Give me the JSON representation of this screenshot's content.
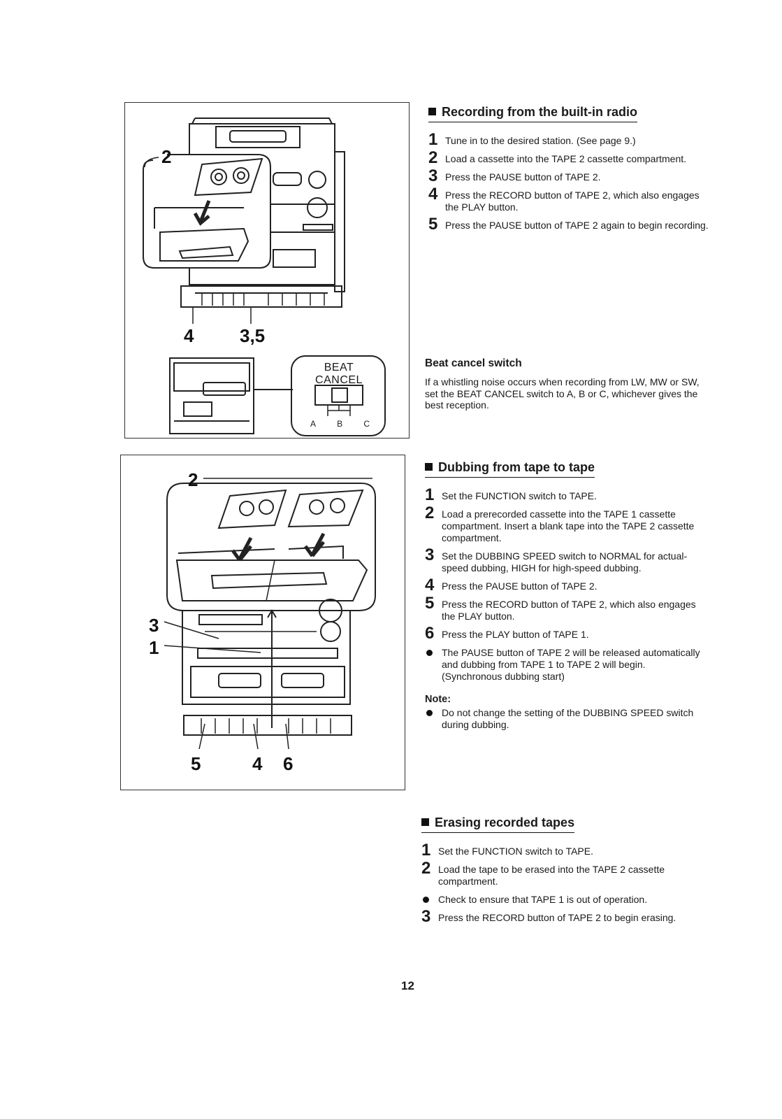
{
  "figure1": {
    "callout_2": "2",
    "callout_4": "4",
    "callout_35": "3,5",
    "beat_label_1": "BEAT",
    "beat_label_2": "CANCEL",
    "pos_a": "A",
    "pos_b": "B",
    "pos_c": "C"
  },
  "figure2": {
    "callout_2": "2",
    "callout_3": "3",
    "callout_1": "1",
    "callout_5": "5",
    "callout_4": "4",
    "callout_6": "6"
  },
  "recording": {
    "title": "Recording from the built-in radio",
    "steps": [
      {
        "num": "1",
        "text": "Tune in to the desired station. (See page 9.)"
      },
      {
        "num": "2",
        "text": "Load a cassette into the TAPE 2 cassette compartment."
      },
      {
        "num": "3",
        "text": "Press the PAUSE button of TAPE 2."
      },
      {
        "num": "4",
        "text": "Press the RECORD button of TAPE 2, which also engages the PLAY button."
      },
      {
        "num": "5",
        "text": "Press the PAUSE button of TAPE 2 again to begin recording."
      }
    ]
  },
  "beat_cancel": {
    "title": "Beat cancel switch",
    "text": "If a whistling noise occurs when recording from LW, MW or SW, set the BEAT CANCEL switch to A, B or C, whichever gives the best reception."
  },
  "dubbing": {
    "title": "Dubbing from tape to tape",
    "steps": [
      {
        "num": "1",
        "text": "Set the FUNCTION switch to TAPE."
      },
      {
        "num": "2",
        "text": "Load a prerecorded cassette into the TAPE 1 cassette compartment. Insert a blank tape into the TAPE 2 cassette compartment."
      },
      {
        "num": "3",
        "text": "Set the DUBBING SPEED switch to NORMAL for actual-speed dubbing, HIGH for high-speed dubbing."
      },
      {
        "num": "4",
        "text": "Press the PAUSE button of TAPE 2."
      },
      {
        "num": "5",
        "text": "Press the RECORD button of TAPE 2, which also engages the PLAY button."
      },
      {
        "num": "6",
        "text": "Press the PLAY button of TAPE 1."
      }
    ],
    "bullet": "The PAUSE button of TAPE 2 will be released automatically and dubbing from TAPE 1 to TAPE 2 will begin. (Synchronous dubbing start)",
    "note_label": "Note:",
    "note": "Do not change the setting of the DUBBING SPEED switch during dubbing."
  },
  "erasing": {
    "title": "Erasing recorded tapes",
    "step1": {
      "num": "1",
      "text": "Set the FUNCTION switch to TAPE."
    },
    "step2": {
      "num": "2",
      "text": "Load the tape to be erased into the TAPE 2 cassette compartment."
    },
    "bullet": "Check to ensure that TAPE 1 is out of operation.",
    "step3": {
      "num": "3",
      "text": "Press the RECORD button of TAPE 2 to begin erasing."
    }
  },
  "page_number": "12"
}
